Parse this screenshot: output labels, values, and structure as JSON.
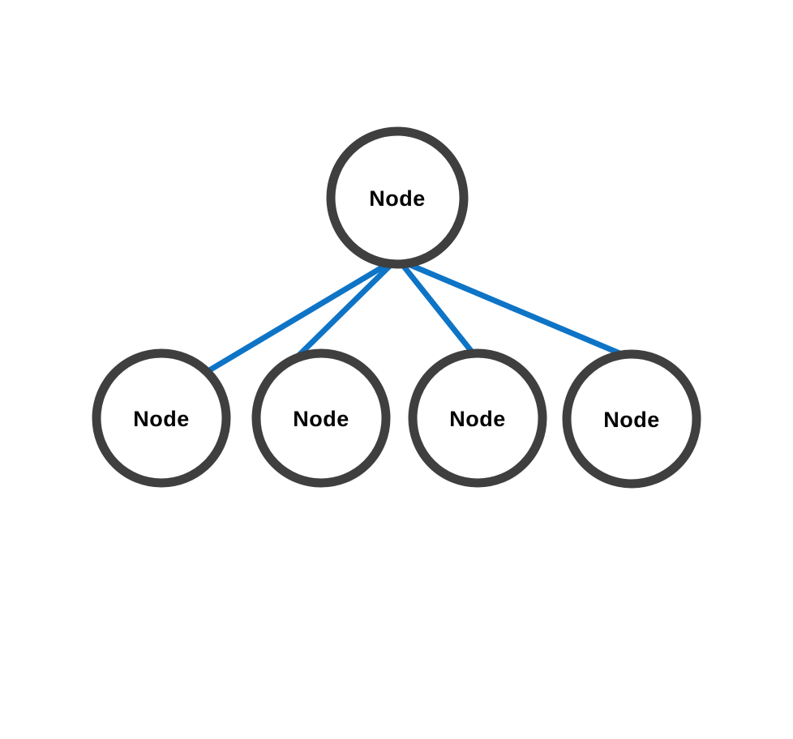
{
  "diagram": {
    "type": "tree",
    "nodes": [
      {
        "id": "root",
        "label": "Node",
        "role": "parent"
      },
      {
        "id": "child-1",
        "label": "Node",
        "role": "child"
      },
      {
        "id": "child-2",
        "label": "Node",
        "role": "child"
      },
      {
        "id": "child-3",
        "label": "Node",
        "role": "child"
      },
      {
        "id": "child-4",
        "label": "Node",
        "role": "child"
      }
    ],
    "edges": [
      {
        "from": "root",
        "to": "child-1"
      },
      {
        "from": "root",
        "to": "child-2"
      },
      {
        "from": "root",
        "to": "child-3"
      },
      {
        "from": "root",
        "to": "child-4"
      }
    ],
    "colors": {
      "background": "#ffffff",
      "node_fill": "#ffffff",
      "node_stroke": "#3f3f3f",
      "edge": "#0e74c6",
      "label": "#000000"
    }
  }
}
